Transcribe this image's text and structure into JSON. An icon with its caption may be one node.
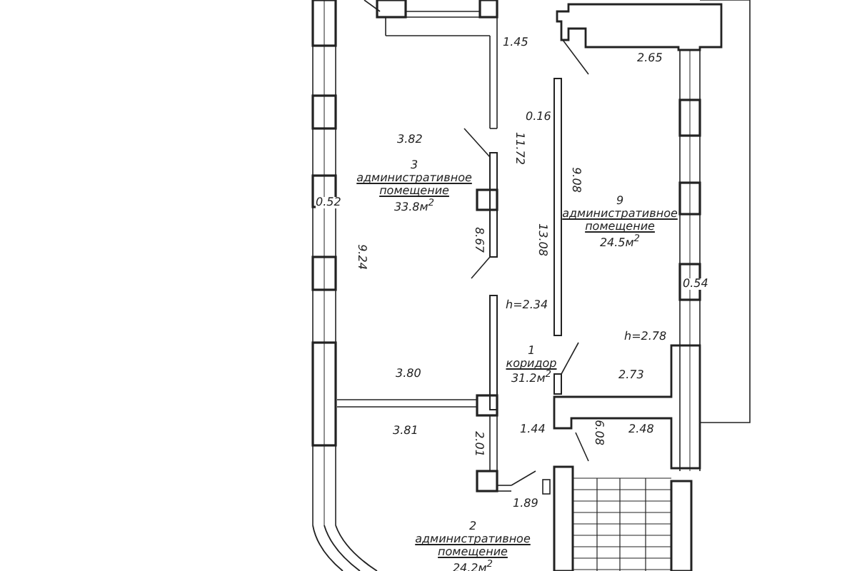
{
  "diagram": {
    "nodes": [
      {
        "text": [
          "3",
          "административное помещение",
          "33.8м$^{2}$"
        ]
      },
      {
        "text": [
          "9",
          "административное помещение",
          "24.5м$^{2}$"
        ]
      },
      {
        "text": [
          "1",
          "коридор",
          "31.2м$^{2}$"
        ]
      },
      {
        "text": [
          "2",
          "административное помещение",
          "24.2м$^{2}$"
        ]
      }
    ],
    "labels": [
      "1.45",
      "2.65",
      "0.16",
      "3.82",
      "11.72",
      "0.52",
      "9.08",
      "8.67",
      "13.08",
      "9.24",
      "0.54",
      "h=2.34",
      "h=2.78",
      "3.80",
      "2.73",
      "2.48",
      "3.81",
      "2.01",
      "1.44",
      "6.08",
      "1.89"
    ]
  }
}
